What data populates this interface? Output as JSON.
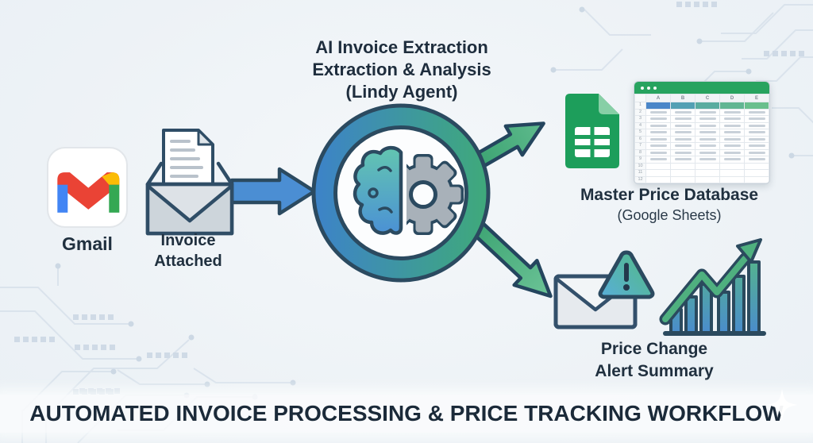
{
  "colors": {
    "background": "#edf2f6",
    "outline_navy": "#2b4a60",
    "text_dark": "#1f2e3d",
    "arrow_blue": "#4b8ed3",
    "arrow_green_start": "#2e9a68",
    "arrow_green_end": "#6ac295",
    "ring_blue": "#3d83c8",
    "ring_green": "#3fa97b",
    "gear_gray": "#a8b1b9",
    "sheets_green": "#1d9e5b",
    "sheets_fold": "#87cfa6",
    "titlebar_green": "#27a35f",
    "gmail_red": "#EA4335",
    "gmail_blue": "#4285F4",
    "gmail_green": "#34A853",
    "gmail_yellow": "#FBBC05",
    "circuit_trace": "#d9e2ec"
  },
  "icons": {
    "gmail": "gmail-logo",
    "invoice": "open-envelope-with-document",
    "agent": "brain-gear-in-gradient-circle",
    "database": "google-sheets-file-and-spreadsheet-window",
    "alert_mail": "envelope-with-warning-triangle",
    "chart": "rising-bar-chart-with-arrow",
    "sparkle": "four-point-star"
  },
  "nodes": {
    "gmail": {
      "label": "Gmail"
    },
    "invoice": {
      "lines": [
        "Invoice",
        "Attached"
      ]
    },
    "agent": {
      "lines": [
        "AI Invoice Extraction",
        "Extraction & Analysis",
        "(Lindy Agent)"
      ]
    },
    "database": {
      "title": "Master Price Database",
      "subtitle": "(Google Sheets)"
    },
    "alert": {
      "lines": [
        "Price Change",
        "Alert Summary"
      ]
    }
  },
  "spreadsheet": {
    "columns": [
      "A",
      "B",
      "C",
      "D",
      "E"
    ],
    "rows": 12,
    "dash_row_start": 2,
    "dash_row_end": 9,
    "row1_colors": [
      "#4a86c8",
      "#53a0b4",
      "#5aaca0",
      "#61b693",
      "#69bf8d"
    ]
  },
  "footer": {
    "title": "AUTOMATED INVOICE PROCESSING & PRICE TRACKING WORKFLOW"
  }
}
